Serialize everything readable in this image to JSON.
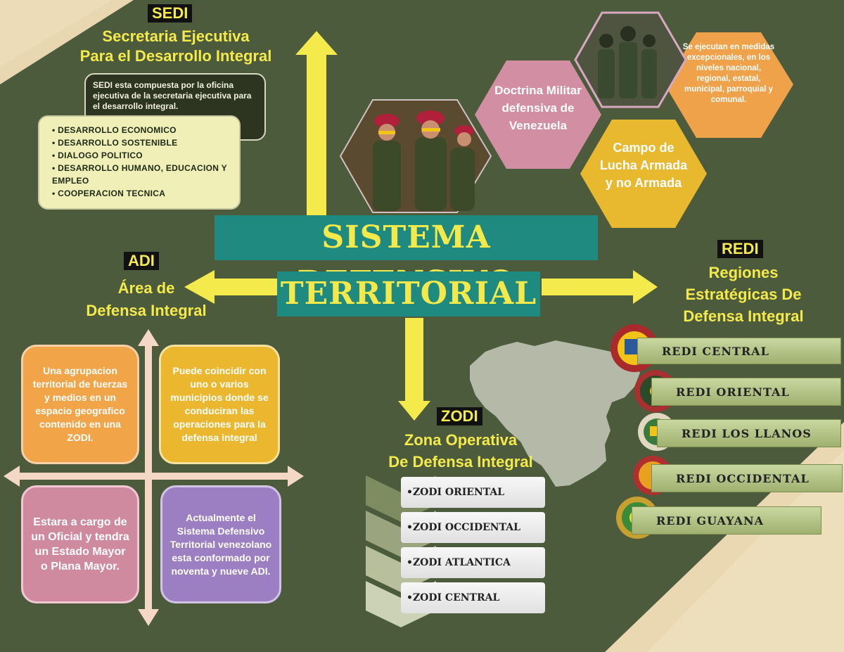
{
  "title": {
    "line1": "SISTEMA DEFENSIVO",
    "line2": "TERRITORIAL"
  },
  "sedi": {
    "tag": "SEDI",
    "name_line1": "Secretaria Ejecutiva",
    "name_line2": "Para el Desarrollo Integral",
    "description": "SEDI esta compuesta por la oficina ejecutiva de la secretaria ejecutiva para el desarrollo integral.",
    "items": [
      "• DESARROLLO ECONOMICO",
      "• DESARROLLO SOSTENIBLE",
      "• DIALOGO POLITICO",
      "• DESARROLLO HUMANO, EDUCACION Y EMPLEO",
      "• COOPERACION TECNICA"
    ]
  },
  "hexagons": {
    "doctrina": "Doctrina Militar defensiva de Venezuela",
    "campo": "Campo de Lucha Armada y no Armada",
    "medidas": "Se ejecutan en medidas excepcionales, en los niveles nacional, regional, estatal, municipal, parroquial y comunal."
  },
  "adi": {
    "tag": "ADI",
    "name_line1": "Área de",
    "name_line2": "Defensa Integral",
    "boxes": [
      "Una agrupacion territorial de fuerzas y medios en un espacio geografico contenido en una ZODI.",
      "Puede coincidir con uno o varios municipios donde se conduciran las operaciones para la defensa integral",
      "Estara a cargo de un Oficial y tendra un Estado Mayor o Plana Mayor.",
      "Actualmente el Sistema Defensivo Territorial venezolano esta conformado por noventa y nueve ADI."
    ]
  },
  "redi": {
    "tag": "REDI",
    "name_line1": "Regiones",
    "name_line2": "Estratégicas De",
    "name_line3": "Defensa Integral",
    "items": [
      "REDI CENTRAL",
      "REDI ORIENTAL",
      "REDI LOS LLANOS",
      "REDI OCCIDENTAL",
      "REDI GUAYANA"
    ]
  },
  "zodi": {
    "tag": "ZODI",
    "name_line1": "Zona Operativa",
    "name_line2": "De Defensa Integral",
    "items": [
      "•ZODI ORIENTAL",
      "•ZODI OCCIDENTAL",
      "•ZODI ATLANTICA",
      "•ZODI CENTRAL"
    ]
  },
  "colors": {
    "background": "#4a5a3a",
    "yellow": "#f4ea4c",
    "teal": "#1f8a80",
    "orange": "#f0a040",
    "pink": "#d08aa0",
    "purple": "#9a7fc0"
  }
}
